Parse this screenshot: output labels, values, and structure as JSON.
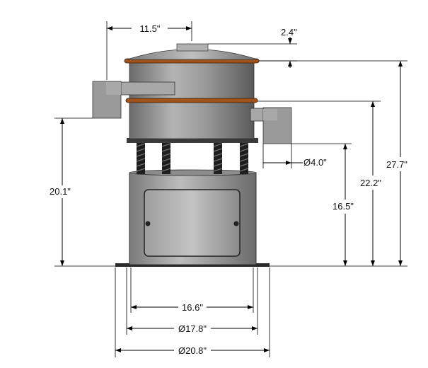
{
  "dimensions": {
    "top_offset": "11.5\"",
    "cap_height": "2.4\"",
    "outlet_upper_height": "20.1\"",
    "outlet_lower_diameter": "Ø4.0\"",
    "overall_height": "27.7\"",
    "lower_outlet_height": "22.2\"",
    "spring_height": "16.5\"",
    "base_width": "16.6\"",
    "base_diameter": "Ø17.8\"",
    "foot_diameter": "Ø20.8\""
  },
  "colors": {
    "body": "#8f8f8f",
    "body_light": "#b9b9b9",
    "body_dark": "#5e5e5e",
    "band": "#a0521c",
    "line": "#000000"
  }
}
